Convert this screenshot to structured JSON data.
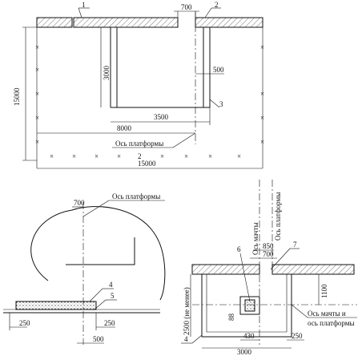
{
  "plan": {
    "callouts": [
      "1",
      "2",
      "3"
    ],
    "dim_top_gap": "700",
    "dim_height_3000": "3000",
    "dim_500": "500",
    "dim_3500": "3500",
    "dim_8000": "8000",
    "platform_axis_label": "Ось платформы",
    "dim_15000_vertical": "15000",
    "dim_15000_horizontal": "15000"
  },
  "section_left": {
    "dim_700": "700",
    "platform_axis_label": "Ось платформы",
    "callouts": [
      "4",
      "5"
    ],
    "dim_250_left": "250",
    "dim_250_right": "250",
    "dim_500": "500"
  },
  "section_right": {
    "mast_axis_label": "Ось мачты",
    "platform_axis_label": "Ось платформы",
    "callouts": [
      "6",
      "7",
      "4"
    ],
    "dim_850": "850",
    "dim_700": "700",
    "dim_1100": "1100",
    "dim_88": "88",
    "dim_2500": "2500 (не менее)",
    "dim_430": "430",
    "dim_3000": "3000",
    "dim_250": "250",
    "axis_combined_label_line1": "Ось мачты и",
    "axis_combined_label_line2": "ось платформы"
  }
}
